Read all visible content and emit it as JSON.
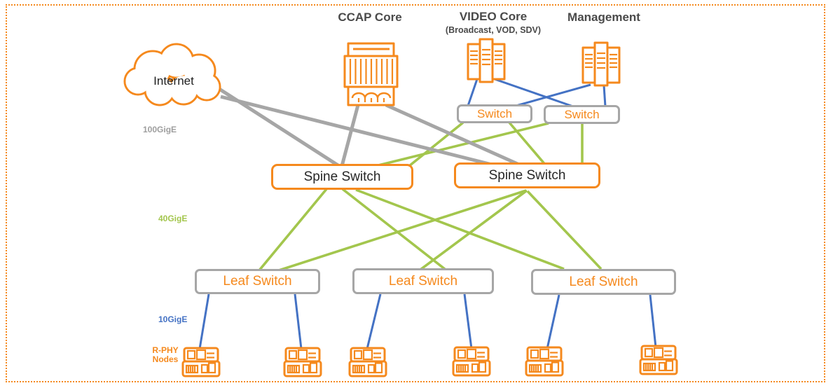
{
  "colors": {
    "orange": "#F5891D",
    "gray": "#A6A6A6",
    "green": "#A3C64D",
    "blue": "#4472C4",
    "title_text": "#4A4A4A",
    "speed_gray": "#9E9E9E"
  },
  "nodes": {
    "internet": {
      "label": "Internet"
    },
    "ccap": {
      "label": "CCAP Core"
    },
    "video_core": {
      "label": "VIDEO Core",
      "sublabel": "(Broadcast, VOD, SDV)"
    },
    "management": {
      "label": "Management"
    },
    "agg_switches": [
      {
        "label": "Switch"
      },
      {
        "label": "Switch"
      }
    ],
    "spine_switches": [
      {
        "label": "Spine Switch"
      },
      {
        "label": "Spine Switch"
      }
    ],
    "leaf_switches": [
      {
        "label": "Leaf Switch"
      },
      {
        "label": "Leaf Switch"
      },
      {
        "label": "Leaf Switch"
      }
    ],
    "rphy": {
      "label_line1": "R-PHY",
      "label_line2": "Nodes",
      "count": 6
    }
  },
  "link_labels": {
    "core": "100GigE",
    "aggregation": "40GigE",
    "access": "10GigE"
  },
  "edges": [
    {
      "from": "Internet",
      "to": "Spine Switch 1",
      "speed": "100GigE"
    },
    {
      "from": "Internet",
      "to": "Spine Switch 2",
      "speed": "100GigE"
    },
    {
      "from": "CCAP Core",
      "to": "Spine Switch 1",
      "speed": "100GigE"
    },
    {
      "from": "CCAP Core",
      "to": "Spine Switch 2",
      "speed": "100GigE"
    },
    {
      "from": "VIDEO Core",
      "to": "Switch 1",
      "speed": "10GigE"
    },
    {
      "from": "VIDEO Core",
      "to": "Switch 2",
      "speed": "10GigE"
    },
    {
      "from": "Management",
      "to": "Switch 1",
      "speed": "10GigE"
    },
    {
      "from": "Management",
      "to": "Switch 2",
      "speed": "10GigE"
    },
    {
      "from": "Switch 1",
      "to": "Spine Switch 1",
      "speed": "40GigE"
    },
    {
      "from": "Switch 1",
      "to": "Spine Switch 2",
      "speed": "40GigE"
    },
    {
      "from": "Switch 2",
      "to": "Spine Switch 1",
      "speed": "40GigE"
    },
    {
      "from": "Switch 2",
      "to": "Spine Switch 2",
      "speed": "40GigE"
    },
    {
      "from": "Spine Switch 1",
      "to": "Leaf Switch 1",
      "speed": "40GigE"
    },
    {
      "from": "Spine Switch 1",
      "to": "Leaf Switch 2",
      "speed": "40GigE"
    },
    {
      "from": "Spine Switch 1",
      "to": "Leaf Switch 3",
      "speed": "40GigE"
    },
    {
      "from": "Spine Switch 2",
      "to": "Leaf Switch 1",
      "speed": "40GigE"
    },
    {
      "from": "Spine Switch 2",
      "to": "Leaf Switch 2",
      "speed": "40GigE"
    },
    {
      "from": "Spine Switch 2",
      "to": "Leaf Switch 3",
      "speed": "40GigE"
    },
    {
      "from": "Leaf Switch 1",
      "to": "R-PHY Node 1",
      "speed": "10GigE"
    },
    {
      "from": "Leaf Switch 1",
      "to": "R-PHY Node 2",
      "speed": "10GigE"
    },
    {
      "from": "Leaf Switch 2",
      "to": "R-PHY Node 3",
      "speed": "10GigE"
    },
    {
      "from": "Leaf Switch 2",
      "to": "R-PHY Node 4",
      "speed": "10GigE"
    },
    {
      "from": "Leaf Switch 3",
      "to": "R-PHY Node 5",
      "speed": "10GigE"
    },
    {
      "from": "Leaf Switch 3",
      "to": "R-PHY Node 6",
      "speed": "10GigE"
    }
  ]
}
